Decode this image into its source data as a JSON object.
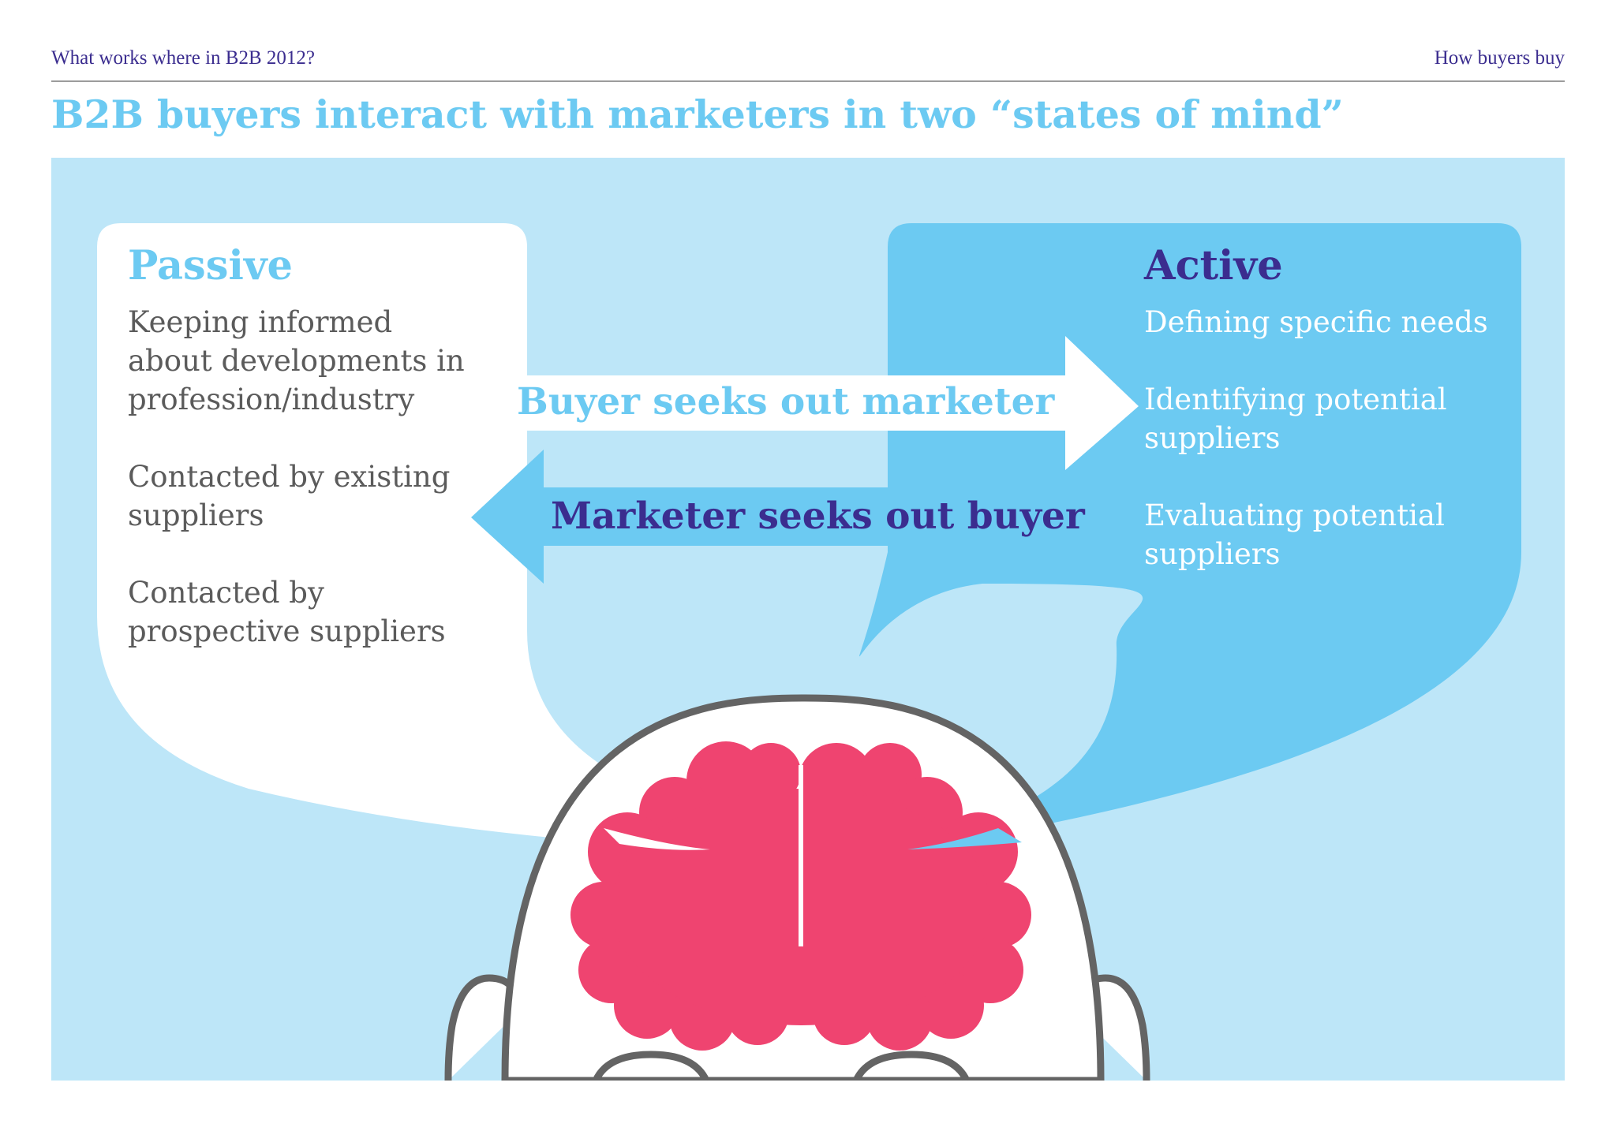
{
  "header": {
    "left": "What works where in B2B 2012?",
    "right": "How buyers buy"
  },
  "title": "B2B buyers interact with marketers in two “states of mind”",
  "passive": {
    "title": "Passive",
    "items": [
      "Keeping informed about developments in profession/industry",
      "Contacted by existing suppliers",
      "Contacted by prospective suppliers"
    ]
  },
  "active": {
    "title": "Active",
    "items": [
      "Defining specific needs",
      "Identifying potential suppliers",
      "Evaluating potential suppliers"
    ]
  },
  "arrows": {
    "to_active": "Buyer seeks out marketer",
    "to_passive": "Marketer seeks out buyer"
  },
  "colors": {
    "light_blue": "#6ccaf2",
    "panel_blue": "#bde6f8",
    "purple": "#3b2d8f",
    "brain_pink": "#ef4470",
    "outline_gray": "#646464"
  },
  "icons": [
    "head-icon",
    "brain-icon"
  ]
}
